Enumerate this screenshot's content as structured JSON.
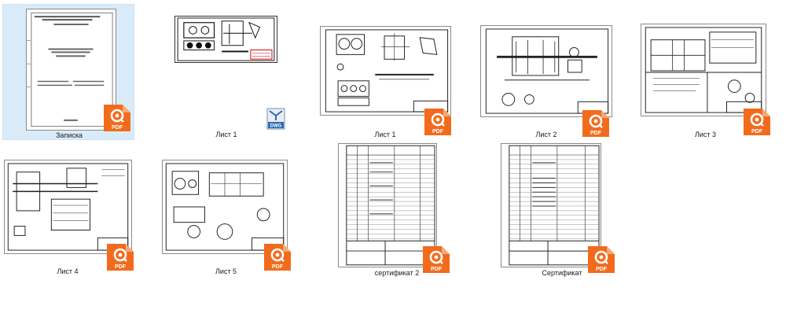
{
  "files": [
    {
      "label": "Записка",
      "type": "PDF",
      "selected": true
    },
    {
      "label": "Лист 1",
      "type": "DWG"
    },
    {
      "label": "Лист 1",
      "type": "PDF"
    },
    {
      "label": "Лист 2",
      "type": "PDF"
    },
    {
      "label": "Лист 3",
      "type": "PDF"
    },
    {
      "label": "Лист 4",
      "type": "PDF"
    },
    {
      "label": "Лист 5",
      "type": "PDF"
    },
    {
      "label": "сертификат 2",
      "type": "PDF"
    },
    {
      "label": "Сертификат",
      "type": "PDF"
    }
  ],
  "badges": {
    "pdf": "PDF",
    "dwg": "DWG"
  },
  "colors": {
    "selection": "#d9ebf9",
    "pdf_badge": "#f26b1d",
    "dwg_blue": "#2b6cb0"
  }
}
